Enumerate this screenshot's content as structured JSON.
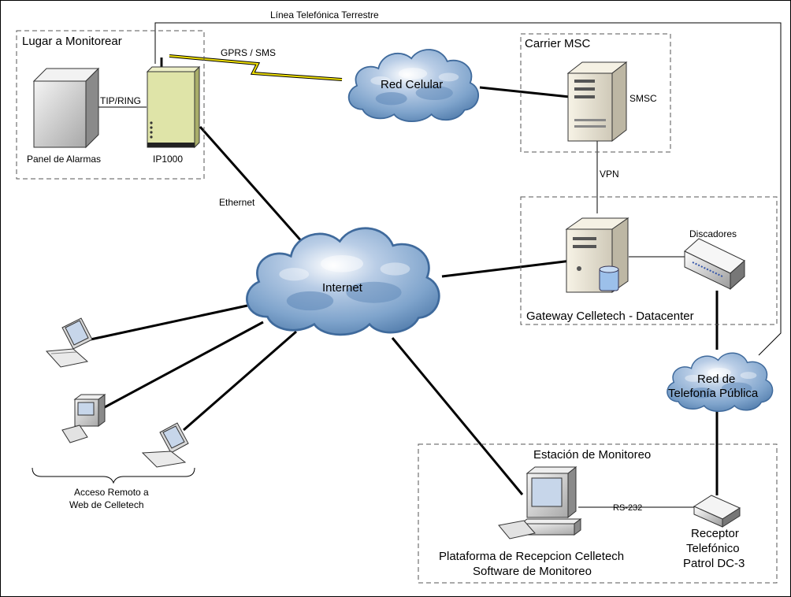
{
  "groups": {
    "site": "Lugar a Monitorear",
    "carrier": "Carrier MSC",
    "gateway": "Gateway Celletech - Datacenter",
    "station": "Estación de Monitoreo"
  },
  "clouds": {
    "cellular": "Red Celular",
    "internet": "Internet",
    "pstn_line1": "Red de",
    "pstn_line2": "Telefonía Pública"
  },
  "devices": {
    "alarm_panel": "Panel de Alarmas",
    "ip1000": "IP1000",
    "smsc": "SMSC",
    "dialers": "Discadores",
    "platform_line1": "Plataforma de Recepcion Celletech",
    "platform_line2": "Software de Monitoreo",
    "receiver_line1": "Receptor",
    "receiver_line2": "Telefónico",
    "receiver_line3": "Patrol DC-3",
    "remote_line1": "Acceso Remoto a",
    "remote_line2": "Web de Celletech"
  },
  "links": {
    "landline": "Línea Telefónica Terrestre",
    "gprs": "GPRS / SMS",
    "tip_ring": "TIP/RING",
    "ethernet": "Ethernet",
    "vpn": "VPN",
    "rs232": "RS-232"
  },
  "colors": {
    "cloud_fill": "#7fa4cc",
    "cloud_dark": "#3f6a9c",
    "ip1000_fill": "#dfe4a8",
    "lightning": "#f0e000",
    "device_grey": "#e6e6e6"
  }
}
